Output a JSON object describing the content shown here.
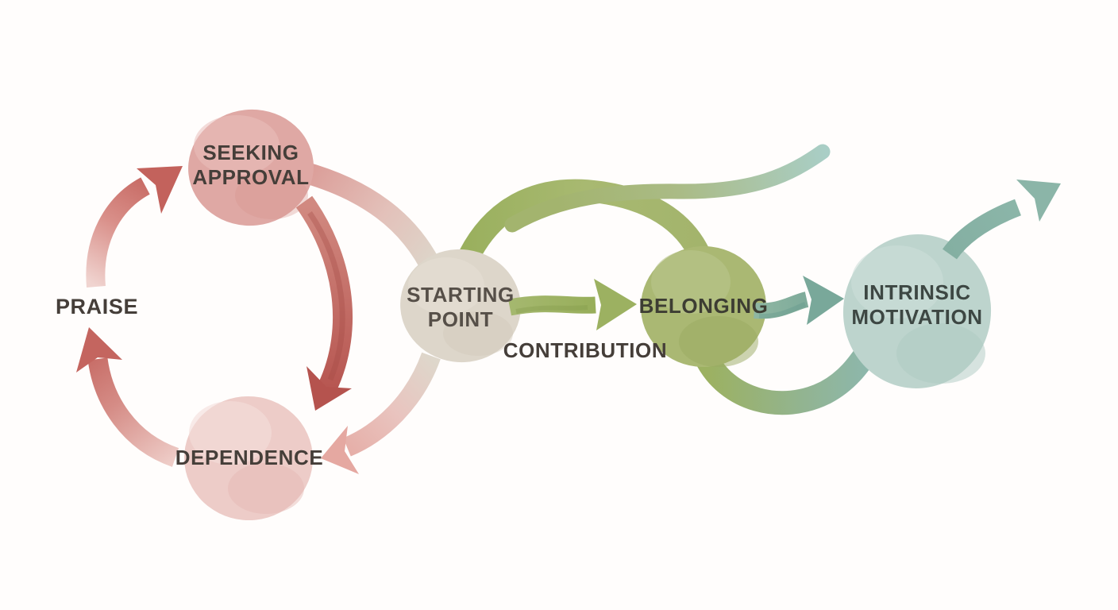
{
  "canvas": {
    "background": "#fffdfc",
    "description": "Watercolor motivation flow diagram: an approval loop on the left feeding back on itself, and a growth path from a starting point through belonging to intrinsic motivation exiting upper right"
  },
  "palette": {
    "rose_node": "#dfa8a4",
    "rose_light_node": "#edccc8",
    "rose_arrow_dark": "#b95752",
    "rose_arrow_light": "#e8b0aa",
    "beige_node": "#ddd6ca",
    "olive_node": "#aab873",
    "olive_arrow": "#9cb161",
    "teal_node": "#bdd4cd",
    "teal_arrow": "#7fab9d",
    "text_dark": "#453e39",
    "text_teal_dark": "#3d4743"
  },
  "nodes": {
    "seeking_approval": {
      "label": "SEEKING APPROVAL",
      "shape": "watercolor circle",
      "color": "#dfa8a4"
    },
    "praise": {
      "label": "PRAISE",
      "shape": "text only"
    },
    "dependence": {
      "label": "DEPENDENCE",
      "shape": "watercolor circle",
      "color": "#edccc8"
    },
    "starting_point": {
      "label": "STARTING POINT",
      "shape": "watercolor circle",
      "color": "#ddd6ca"
    },
    "belonging": {
      "label": "BELONGING",
      "shape": "watercolor circle",
      "color": "#aab873"
    },
    "intrinsic_motivation": {
      "label": "INTRINSIC MOTIVATION",
      "shape": "watercolor circle",
      "color": "#bdd4cd"
    }
  },
  "edge_labels": {
    "contribution": {
      "label": "CONTRIBUTION"
    }
  },
  "edges": [
    {
      "from": "dependence",
      "to": "praise",
      "style": "rose arc, arrowhead pointing up"
    },
    {
      "from": "praise",
      "to": "seeking_approval",
      "style": "rose arc, arrowhead pointing up-right"
    },
    {
      "from": "seeking_approval",
      "to": "dependence",
      "style": "dark rose inner arc, arrowhead pointing down"
    },
    {
      "from": "starting_point",
      "to": "dependence",
      "style": "beige-to-rose arc, arrowhead pointing left"
    },
    {
      "from": "seeking_approval",
      "to": "starting_point",
      "style": "rose-to-beige connector band, no arrowhead"
    },
    {
      "from": "starting_point",
      "to": "belonging",
      "label": "CONTRIBUTION",
      "style": "olive straight arrow"
    },
    {
      "from": "starting_point",
      "to": "belonging",
      "style": "olive overhead curved band"
    },
    {
      "from": "starting_point",
      "to": "offscreen-right",
      "style": "olive-to-teal thin swoosh, rounded tip"
    },
    {
      "from": "belonging",
      "to": "intrinsic_motivation",
      "style": "teal arrow"
    },
    {
      "from": "belonging",
      "to": "intrinsic_motivation",
      "style": "olive-to-teal underside band"
    },
    {
      "from": "intrinsic_motivation",
      "to": "outward-upper-right",
      "style": "teal arrow exiting diagram"
    }
  ]
}
